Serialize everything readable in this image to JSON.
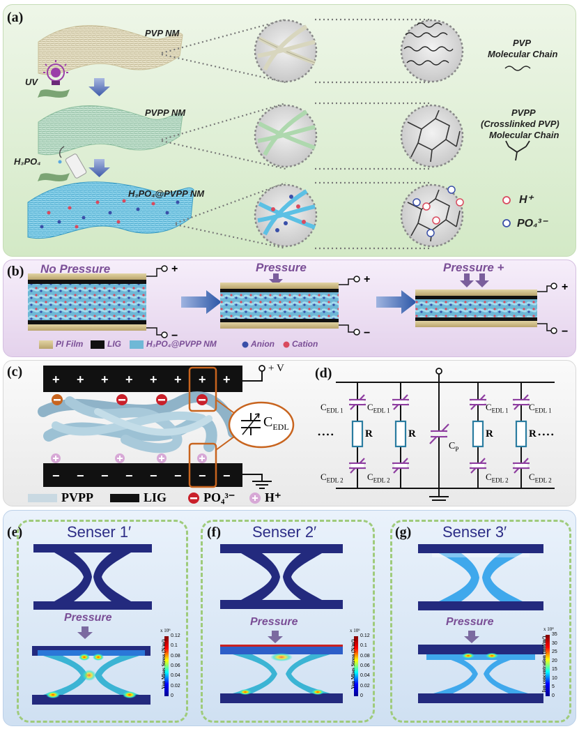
{
  "panel_a": {
    "label": "(a)",
    "pvp_nm": "PVP  NM",
    "uv": "UV",
    "pvpp_nm": "PVPP  NM",
    "h3po4": "H₃PO₄",
    "h3po4_pvpp_nm": "H₃PO₄@PVPP  NM",
    "pvp_chain_line1": "PVP",
    "pvp_chain_line2": "Molecular Chain",
    "pvpp_chain_line1": "PVPP",
    "pvpp_chain_line2": "(Crosslinked   PVP)",
    "pvpp_chain_line3": "Molecular Chain",
    "h_plus": "H⁺",
    "po4": "PO₄³⁻"
  },
  "panel_b": {
    "label": "(b)",
    "no_pressure": "No Pressure",
    "pressure": "Pressure",
    "pressure_plus": "Pressure +",
    "legend_pi": "PI Film",
    "legend_lig": "LIG",
    "legend_nm": "H₃PO₄@PVPP  NM",
    "legend_anion": "Anion",
    "legend_cation": "Cation"
  },
  "panel_c": {
    "label": "(c)",
    "voltage": "+ V",
    "cedl": "C",
    "cedl_sub": "EDL",
    "legend_pvpp": "PVPP",
    "legend_lig": "LIG",
    "legend_po4": "PO₄³⁻",
    "legend_h": "H⁺"
  },
  "panel_d": {
    "label": "(d)",
    "cedl1": "C",
    "cedl1_sub": "EDL 1",
    "cedl2": "C",
    "cedl2_sub": "EDL 2",
    "r": "R",
    "cp": "C",
    "cp_sub": "P",
    "dots": "••••"
  },
  "panel_e": {
    "label": "(e)",
    "title": "Senser 1′",
    "pressure": "Pressure",
    "colorbar_label": "Von Mises Stress (N/m²)",
    "exponent": "x 10⁶",
    "ticks": [
      "0.12",
      "0.1",
      "0.08",
      "0.06",
      "0.04",
      "0.02",
      "0"
    ]
  },
  "panel_f": {
    "label": "(f)",
    "title": "Senser 2′",
    "pressure": "Pressure",
    "colorbar_label": "Von Mises Stress (N/m²)",
    "exponent": "x 10⁶",
    "ticks": [
      "0.12",
      "0.1",
      "0.08",
      "0.06",
      "0.04",
      "0.02",
      "0"
    ]
  },
  "panel_g": {
    "label": "(g)",
    "title": "Senser 3′",
    "pressure": "Pressure",
    "colorbar_label": "Ion concentration (mol/m³)",
    "exponent": "x 10⁴",
    "ticks": [
      "35",
      "30",
      "25",
      "20",
      "15",
      "10",
      "5",
      "0"
    ]
  },
  "colors": {
    "cation": "#d94a5e",
    "anion": "#3a4fa8",
    "purple": "#8e3ea0",
    "navy": "#232a7e",
    "light_blue": "#3fa8ec"
  }
}
